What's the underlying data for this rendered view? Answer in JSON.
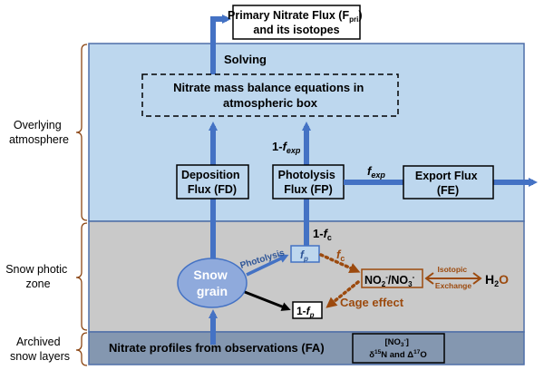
{
  "diagram": {
    "layers": [
      {
        "id": "atmosphere",
        "label_line1": "Overlying",
        "label_line2": "atmosphere",
        "color": "#bdd7ee"
      },
      {
        "id": "photic",
        "label_line1": "Snow photic",
        "label_line2": "zone",
        "color": "#c9c9c9"
      },
      {
        "id": "archive",
        "label_line1": "Archived",
        "label_line2": "snow layers",
        "color": "#8497b0"
      }
    ],
    "primary_flux": {
      "line1_pre": "Primary Nitrate Flux (F",
      "line1_sub": "pri",
      "line1_post": ")",
      "line2": "and its isotopes"
    },
    "solving_label": "Solving",
    "mass_balance": {
      "line1": "Nitrate mass balance equations in",
      "line2": "atmospheric box"
    },
    "deposition": {
      "line1": "Deposition",
      "line2": "Flux (FD)"
    },
    "photolysis": {
      "line1": "Photolysis",
      "line2": "Flux (FP)"
    },
    "export": {
      "line1": "Export Flux",
      "line2": "(FE)"
    },
    "one_minus_fexp": {
      "prefix": "1-",
      "f": "f",
      "sub": "exp"
    },
    "fexp": {
      "f": "f",
      "sub": "exp"
    },
    "one_minus_fc": {
      "prefix": "1-",
      "f": "f",
      "sub": "c"
    },
    "fc": {
      "f": "f",
      "sub": "c"
    },
    "snow_grain": {
      "line1": "Snow",
      "line2": "grain"
    },
    "photolysis_arrow_label": "Photolysis",
    "fp_box": {
      "f": "f",
      "sub": "p"
    },
    "one_minus_fp_box": {
      "prefix": "1-",
      "f": "f",
      "sub": "p"
    },
    "no2_no3": {
      "a": "NO",
      "a_sub": "2",
      "a_sup": "-",
      "sep": "/",
      "b": "NO",
      "b_sub": "3",
      "b_sup": "-"
    },
    "isotopic_exchange": {
      "line1": "Isotopic",
      "line2": "Exchange"
    },
    "h2o": {
      "a": "H",
      "sub": "2",
      "b": "O"
    },
    "cage_effect": "Cage effect",
    "observations": "Nitrate profiles from observations (FA)",
    "obs_box": {
      "line1_pre": "[NO",
      "line1_sub": "3",
      "line1_sup": "-",
      "line1_post": "]",
      "line2_a": "δ",
      "line2_sup1": "15",
      "line2_b": "N and Δ",
      "line2_sup2": "17",
      "line2_c": "O"
    },
    "colors": {
      "blue_arrow": "#4472c4",
      "brown": "#9c4a0e",
      "bracket": "#8b4513",
      "box_border": "#000000",
      "ellipse_fill": "#8faadc",
      "ellipse_stroke": "#4472c4",
      "outline": "#4f6fa8"
    }
  }
}
